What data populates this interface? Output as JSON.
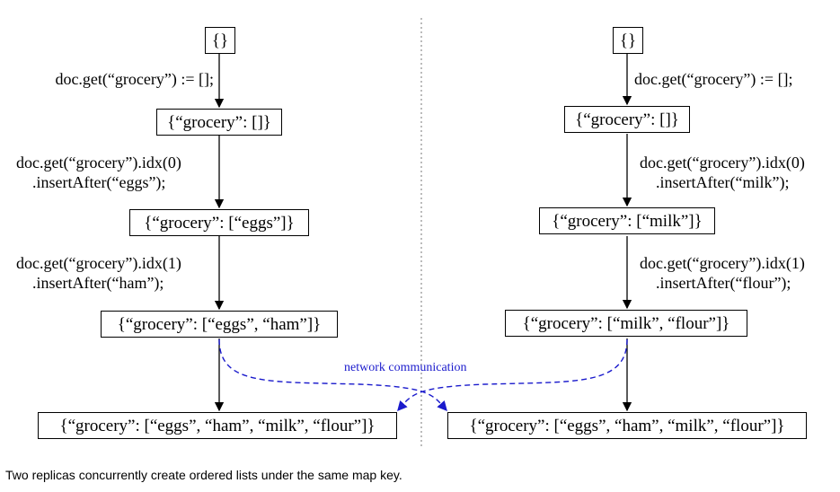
{
  "left": {
    "nodes": [
      "{}",
      "{“grocery”: []}",
      "{“grocery”: [“eggs”]}",
      "{“grocery”: [“eggs”, “ham”]}",
      "{“grocery”: [“eggs”, “ham”, “milk”, “flour”]}"
    ],
    "ops": [
      [
        "doc.get(“grocery”) := [];"
      ],
      [
        "doc.get(“grocery”).idx(0)",
        ".insertAfter(“eggs”);"
      ],
      [
        "doc.get(“grocery”).idx(1)",
        ".insertAfter(“ham”);"
      ]
    ]
  },
  "right": {
    "nodes": [
      "{}",
      "{“grocery”: []}",
      "{“grocery”: [“milk”]}",
      "{“grocery”: [“milk”, “flour”]}",
      "{“grocery”: [“eggs”, “ham”, “milk”, “flour”]}"
    ],
    "ops": [
      [
        "doc.get(“grocery”) := [];"
      ],
      [
        "doc.get(“grocery”).idx(0)",
        ".insertAfter(“milk”);"
      ],
      [
        "doc.get(“grocery”).idx(1)",
        ".insertAfter(“flour”);"
      ]
    ]
  },
  "network_label": "network communication",
  "caption": "Two replicas concurrently create ordered lists under the same map key.",
  "colors": {
    "network": "#1a1acc",
    "ink": "#000000"
  }
}
